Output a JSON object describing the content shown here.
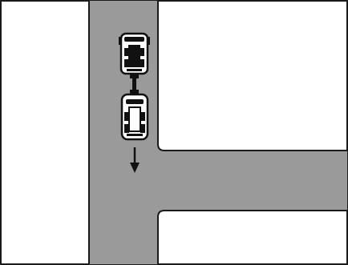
{
  "diagram": {
    "type": "road-junction-illustration",
    "colors": {
      "road": "#9a9a9a",
      "kerb": "#1a1a1a",
      "background": "#ffffff",
      "vehicle_body": "#ffffff",
      "vehicle_outline": "#111111",
      "vehicle_detail": "#111111",
      "arrow": "#111111"
    },
    "elements": {
      "main_road": "vertical-road",
      "side_road": "t-junction-road-right",
      "towing_vehicle": "towing-vehicle-icon",
      "towed_vehicle": "towed-vehicle-icon",
      "tow_bar": "tow-bar",
      "direction": "down"
    }
  }
}
